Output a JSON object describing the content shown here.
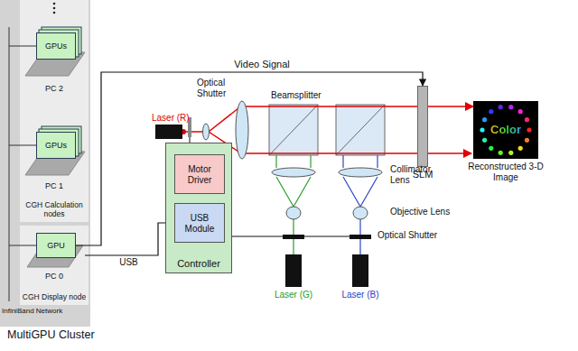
{
  "diagram": {
    "nodes": [
      {
        "text": [
          "MultiGPU Cluster"
        ]
      },
      {
        "text": [
          "CGH Calculation nodes"
        ],
        "in": 0
      },
      {
        "text": [
          "PC 2"
        ],
        "in": 1
      },
      {
        "text": [
          "GPUs"
        ],
        "in": 2
      },
      {
        "text": [
          "PC 1"
        ],
        "in": 1
      },
      {
        "text": [
          "GPUs"
        ],
        "in": 4
      },
      {
        "text": [
          "CGH Display node"
        ],
        "in": 0
      },
      {
        "text": [
          "PC 0"
        ],
        "in": 6
      },
      {
        "text": [
          "GPU"
        ],
        "in": 7
      },
      {
        "text": [
          "Controller"
        ]
      },
      {
        "text": [
          "Motor Driver"
        ],
        "in": 9
      },
      {
        "text": [
          "USB Module"
        ],
        "in": 9
      },
      {
        "text": [
          "Laser (R)"
        ]
      },
      {
        "text": [
          "SLM"
        ]
      },
      {
        "text": [
          "Reconstructed 3-D Image",
          "Color"
        ]
      },
      {
        "text": [
          "Laser (G)"
        ]
      },
      {
        "text": [
          "Laser (B)"
        ]
      }
    ],
    "edges": [
      {
        "from": 8,
        "to": 13,
        "arrow": "to",
        "label": "Video Signal"
      },
      {
        "from": 7,
        "to": 11,
        "arrow": "none",
        "label": "USB"
      },
      {
        "from": 13,
        "to": 14,
        "arrow": "to"
      }
    ],
    "labels": [
      "InfiniBand Network",
      "Optical Shutter",
      "Beamsplitter",
      "Collimator Lens",
      "Objective Lens",
      "Optical Shutter"
    ]
  }
}
